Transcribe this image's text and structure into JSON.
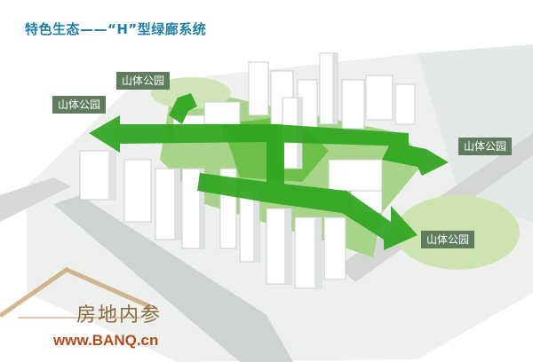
{
  "title": "特色生态——“H”型绿廊系统",
  "parks": {
    "top_center": "山体公园",
    "top_left": "山体公园",
    "right_upper": "山体公园",
    "right_lower": "山体公园"
  },
  "watermark": {
    "chinese": "房地内参",
    "url": "www.BANQ.cn"
  },
  "colors": {
    "title": "#1f7fa6",
    "green_corridor": "#2fa51f",
    "park_label_bg": "#5f7d5e",
    "watermark_text": "#8a6a3a",
    "watermark_url": "#b24a1c"
  }
}
